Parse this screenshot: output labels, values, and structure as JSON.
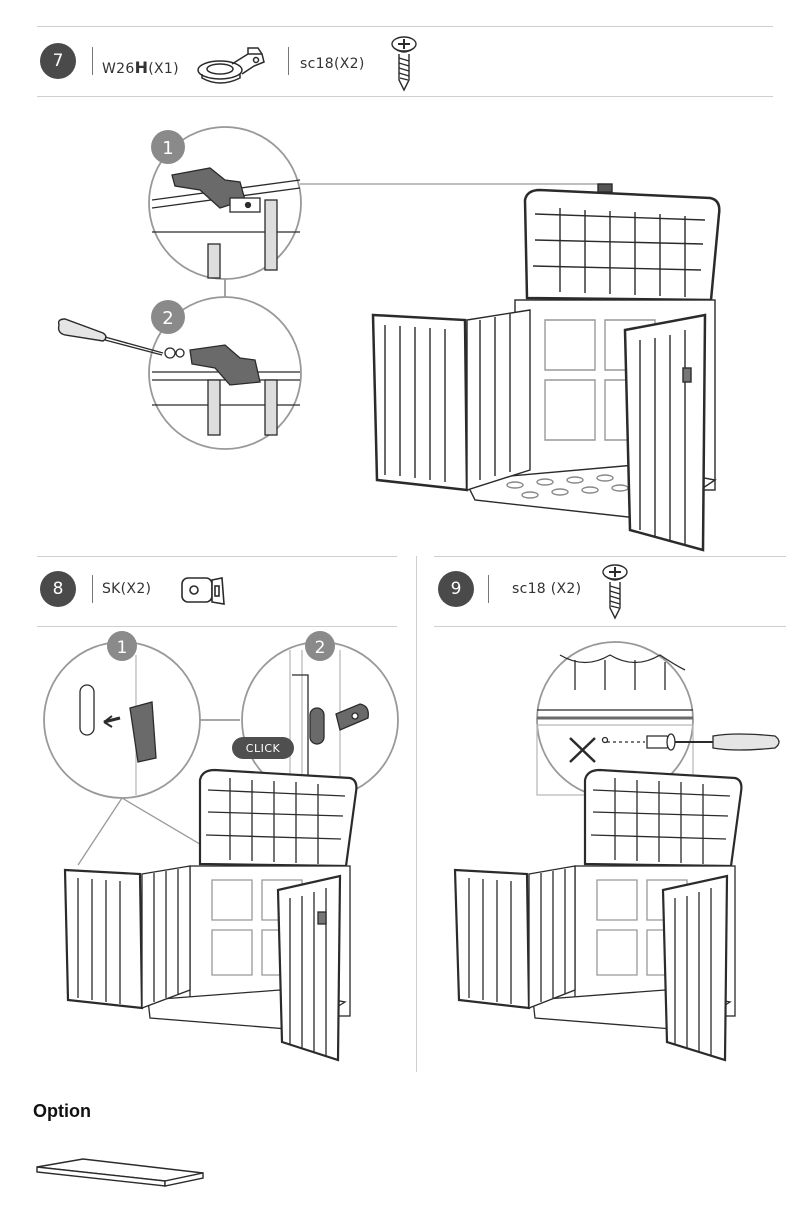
{
  "step7": {
    "number": "7",
    "part1": {
      "prefix": "W26",
      "bold": "H",
      "qty": "(X1)"
    },
    "part2": {
      "label": "sc18(X2)"
    },
    "sub1": "1",
    "sub2": "2"
  },
  "step8": {
    "number": "8",
    "part1": {
      "label": "SK(X2)"
    },
    "sub1": "1",
    "sub2": "2",
    "click_label": "CLICK"
  },
  "step9": {
    "number": "9",
    "part1": {
      "label": "sc18 (X2)"
    }
  },
  "option": {
    "title": "Option"
  },
  "colors": {
    "line": "#2b2b2b",
    "badge": "#4a4a4a",
    "circle_border": "#999999",
    "rule": "#cfcfcf"
  }
}
